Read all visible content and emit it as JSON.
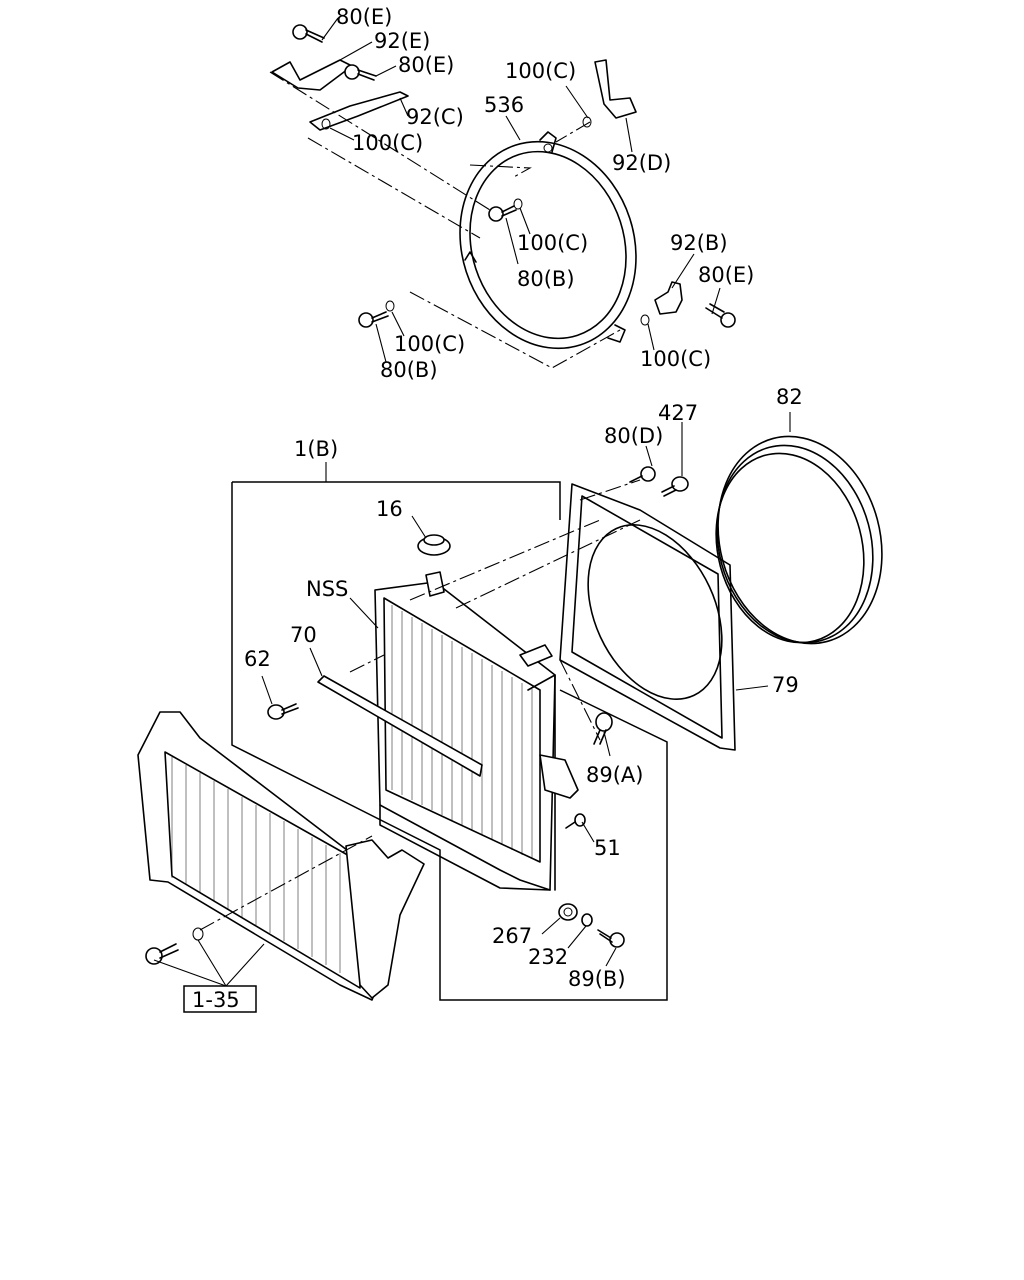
{
  "labels": {
    "l80e_top": "80(E)",
    "l92e": "92(E)",
    "l80e_second": "80(E)",
    "l92c": "92(C)",
    "l100c_left": "100(C)",
    "l100c_topright": "100(C)",
    "l536": "536",
    "l92d": "92(D)",
    "l100c_center": "100(C)",
    "l80b_center": "80(B)",
    "l92b": "92(B)",
    "l80e_right": "80(E)",
    "l100c_bottomleft": "100(C)",
    "l80b_bottomleft": "80(B)",
    "l100c_bottomright": "100(C)",
    "l82": "82",
    "l427": "427",
    "l80d": "80(D)",
    "l1b": "1(B)",
    "l16": "16",
    "lnss": "NSS",
    "l70": "70",
    "l62": "62",
    "l79": "79",
    "l89a": "89(A)",
    "l51": "51",
    "l267": "267",
    "l232": "232",
    "l89b": "89(B)",
    "l135": "1-35"
  }
}
